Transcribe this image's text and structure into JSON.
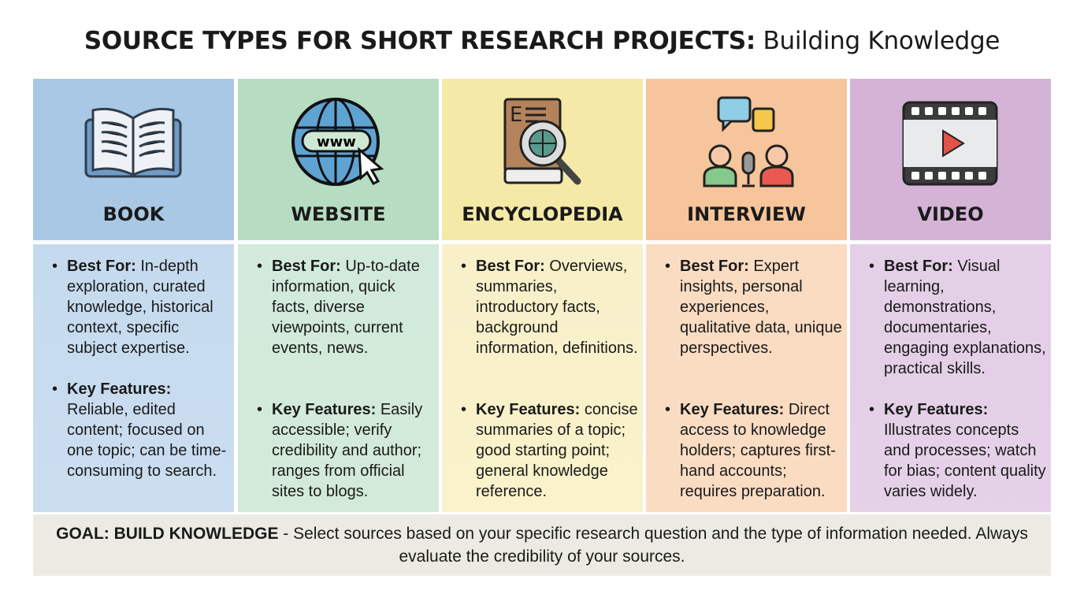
{
  "title": {
    "bold": "SOURCE TYPES FOR SHORT RESEARCH PROJECTS:",
    "rest": " Building Knowledge"
  },
  "best_label": "Best For:",
  "key_label": "Key Features:",
  "columns": [
    {
      "label": "BOOK",
      "icon": "open-book-icon",
      "head_color": "#a9c8e6",
      "body_color": "#c5daee",
      "best": " In-depth exploration, curated knowledge, historical context, specific subject expertise.",
      "key": " Reliable, edited content; focused on one topic; can be time-consuming to search."
    },
    {
      "label": "WEBSITE",
      "icon": "globe-www-cursor-icon",
      "head_color": "#b6dcc1",
      "body_color": "#d1eadb",
      "best": " Up-to-date information, quick facts, diverse viewpoints, current events, news.",
      "key": " Easily accessible; verify credibility and author; ranges from official sites to blogs."
    },
    {
      "label": "ENCYCLOPEDIA",
      "icon": "encyclopedia-magnifier-icon",
      "head_color": "#f5e9a8",
      "body_color": "#f8f0c9",
      "best": " Overviews, summaries, introductory facts, background information, definitions.",
      "key": " concise summaries of a topic; good starting point; general knowledge reference."
    },
    {
      "label": "INTERVIEW",
      "icon": "interview-people-microphone-icon",
      "head_color": "#f7c59b",
      "body_color": "#f9dcc2",
      "best": " Expert insights, personal experiences, qualitative data, unique perspectives.",
      "key": " Direct access to knowledge holders; captures first-hand accounts; requires preparation."
    },
    {
      "label": "VIDEO",
      "icon": "film-play-icon",
      "head_color": "#d4b3d7",
      "body_color": "#e3cfe6",
      "best": " Visual learning, demonstrations, documentaries, engaging explanations, practical skills.",
      "key": " Illustrates concepts and processes; watch for bias; content quality varies widely."
    }
  ],
  "footer": {
    "bold": "GOAL: BUILD KNOWLEDGE",
    "text": " - Select sources based on your specific research question and the type of information needed. Always evaluate the credibility of your sources."
  }
}
